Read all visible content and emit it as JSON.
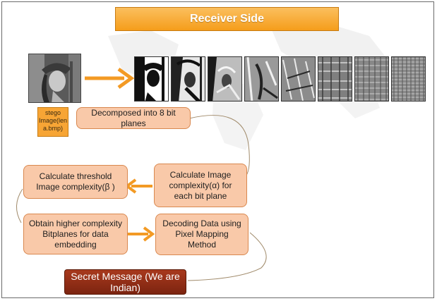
{
  "title": "Receiver Side",
  "stego_label": "stego Image(len a.bmp)",
  "boxes": {
    "decompose": "Decomposed into 8 bit planes",
    "calc_image_complexity": "Calculate Image complexity(α) for each bit plane",
    "calc_threshold": "Calculate threshold Image complexity(β )",
    "obtain_higher": "Obtain higher complexity Bitplanes for data embedding",
    "decoding": "Decoding Data using Pixel Mapping Method"
  },
  "secret_message": "Secret Message (We are Indian)",
  "colors": {
    "title_orange": "#f59d1b",
    "box_fill": "#f9c9a9",
    "box_border": "#d9884f",
    "arrow_orange": "#f39a24",
    "secret_fill": "#8e2d14"
  }
}
